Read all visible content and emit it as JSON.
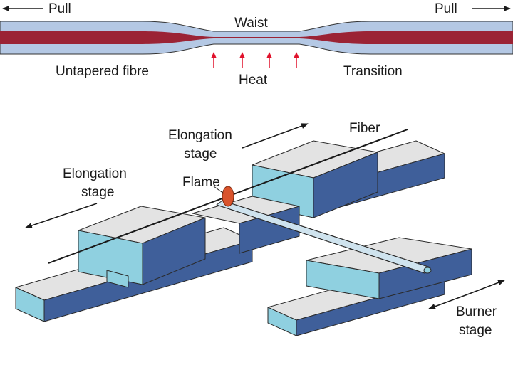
{
  "top_diagram": {
    "pull_left": "Pull",
    "pull_right": "Pull",
    "waist": "Waist",
    "untapered": "Untapered fibre",
    "heat": "Heat",
    "transition": "Transition"
  },
  "bottom_diagram": {
    "elongation_stage_right": [
      "Elongation",
      "stage"
    ],
    "elongation_stage_left": [
      "Elongation",
      "stage"
    ],
    "fiber": "Fiber",
    "flame": "Flame",
    "burner_stage": [
      "Burner",
      "stage"
    ]
  },
  "colors": {
    "fibre_cladding": "#b4c8e4",
    "fibre_core": "#9b2335",
    "heat_arrow": "#e0112b",
    "block_top": "#e3e3e3",
    "block_front": "#8fd0e0",
    "block_side": "#3f5f9a",
    "flame": "#d9532c"
  }
}
